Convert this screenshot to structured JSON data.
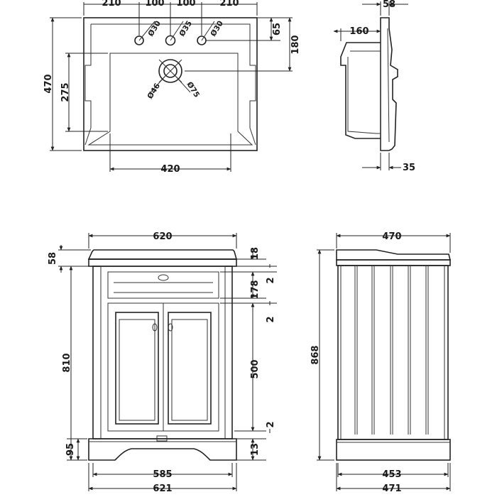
{
  "basin_top": {
    "width_segments": [
      "210",
      "100",
      "100",
      "210"
    ],
    "hole_diameters": [
      "Ø30",
      "Ø35",
      "Ø30"
    ],
    "waste_diameters": [
      "Ø46",
      "Ø75"
    ],
    "dim_65": "65",
    "dim_180": "180",
    "dim_470": "470",
    "dim_275": "275",
    "dim_420": "420"
  },
  "basin_side": {
    "dim_58": "58",
    "dim_160": "160",
    "dim_35": "35"
  },
  "unit_front": {
    "width_top": "620",
    "dim_58": "58",
    "dim_810": "810",
    "dim_95": "95",
    "width_inner": "585",
    "width_outer": "621",
    "right_dims": [
      "18",
      "2",
      "178",
      "2",
      "500",
      "2",
      "13"
    ]
  },
  "unit_side": {
    "depth_top": "470",
    "height": "868",
    "depth_inner": "453",
    "depth_outer": "471"
  }
}
